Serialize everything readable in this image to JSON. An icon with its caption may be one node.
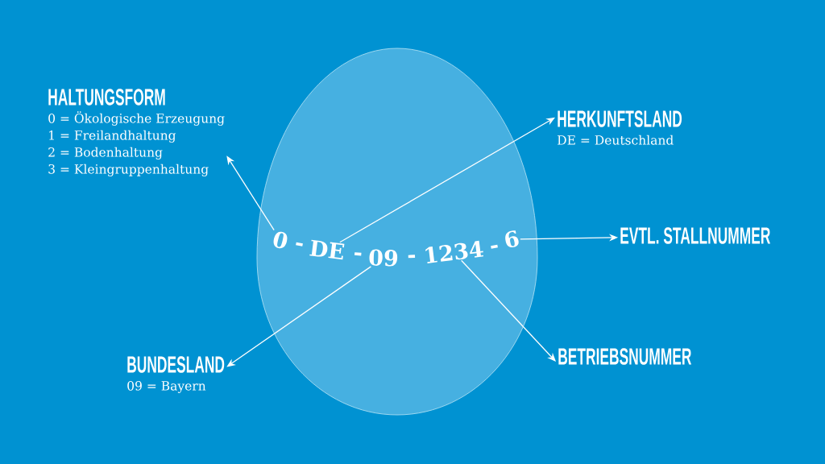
{
  "diagram": {
    "nodes": [
      {
        "text": [],
        "shape": "egg"
      },
      {
        "text": [
          "0"
        ],
        "in": 0
      },
      {
        "text": [
          "DE"
        ],
        "in": 0
      },
      {
        "text": [
          "09"
        ],
        "in": 0
      },
      {
        "text": [
          "1234"
        ],
        "in": 0
      },
      {
        "text": [
          "6"
        ],
        "in": 0
      },
      {
        "text": [
          "HALTUNGSFORM",
          "0 = Ökologische Erzeugung",
          "1 = Freilandhaltung",
          "2 = Bodenhaltung",
          "3 = Kleingruppenhaltung"
        ]
      },
      {
        "text": [
          "HERKUNFTSLAND",
          "DE = Deutschland"
        ]
      },
      {
        "text": [
          "EVTL. STALLNUMMER"
        ]
      },
      {
        "text": [
          "BUNDESLAND",
          "09 = Bayern"
        ]
      },
      {
        "text": [
          "BETRIEBSNUMMER"
        ]
      }
    ],
    "edges": [
      {
        "from": 1,
        "to": 6,
        "arrow": "to"
      },
      {
        "from": 2,
        "to": 7,
        "arrow": "to"
      },
      {
        "from": 5,
        "to": 8,
        "arrow": "to"
      },
      {
        "from": 3,
        "to": 9,
        "arrow": "to"
      },
      {
        "from": 4,
        "to": 10,
        "arrow": "to"
      }
    ],
    "labels": [
      "-",
      "-",
      "-",
      "-"
    ]
  }
}
